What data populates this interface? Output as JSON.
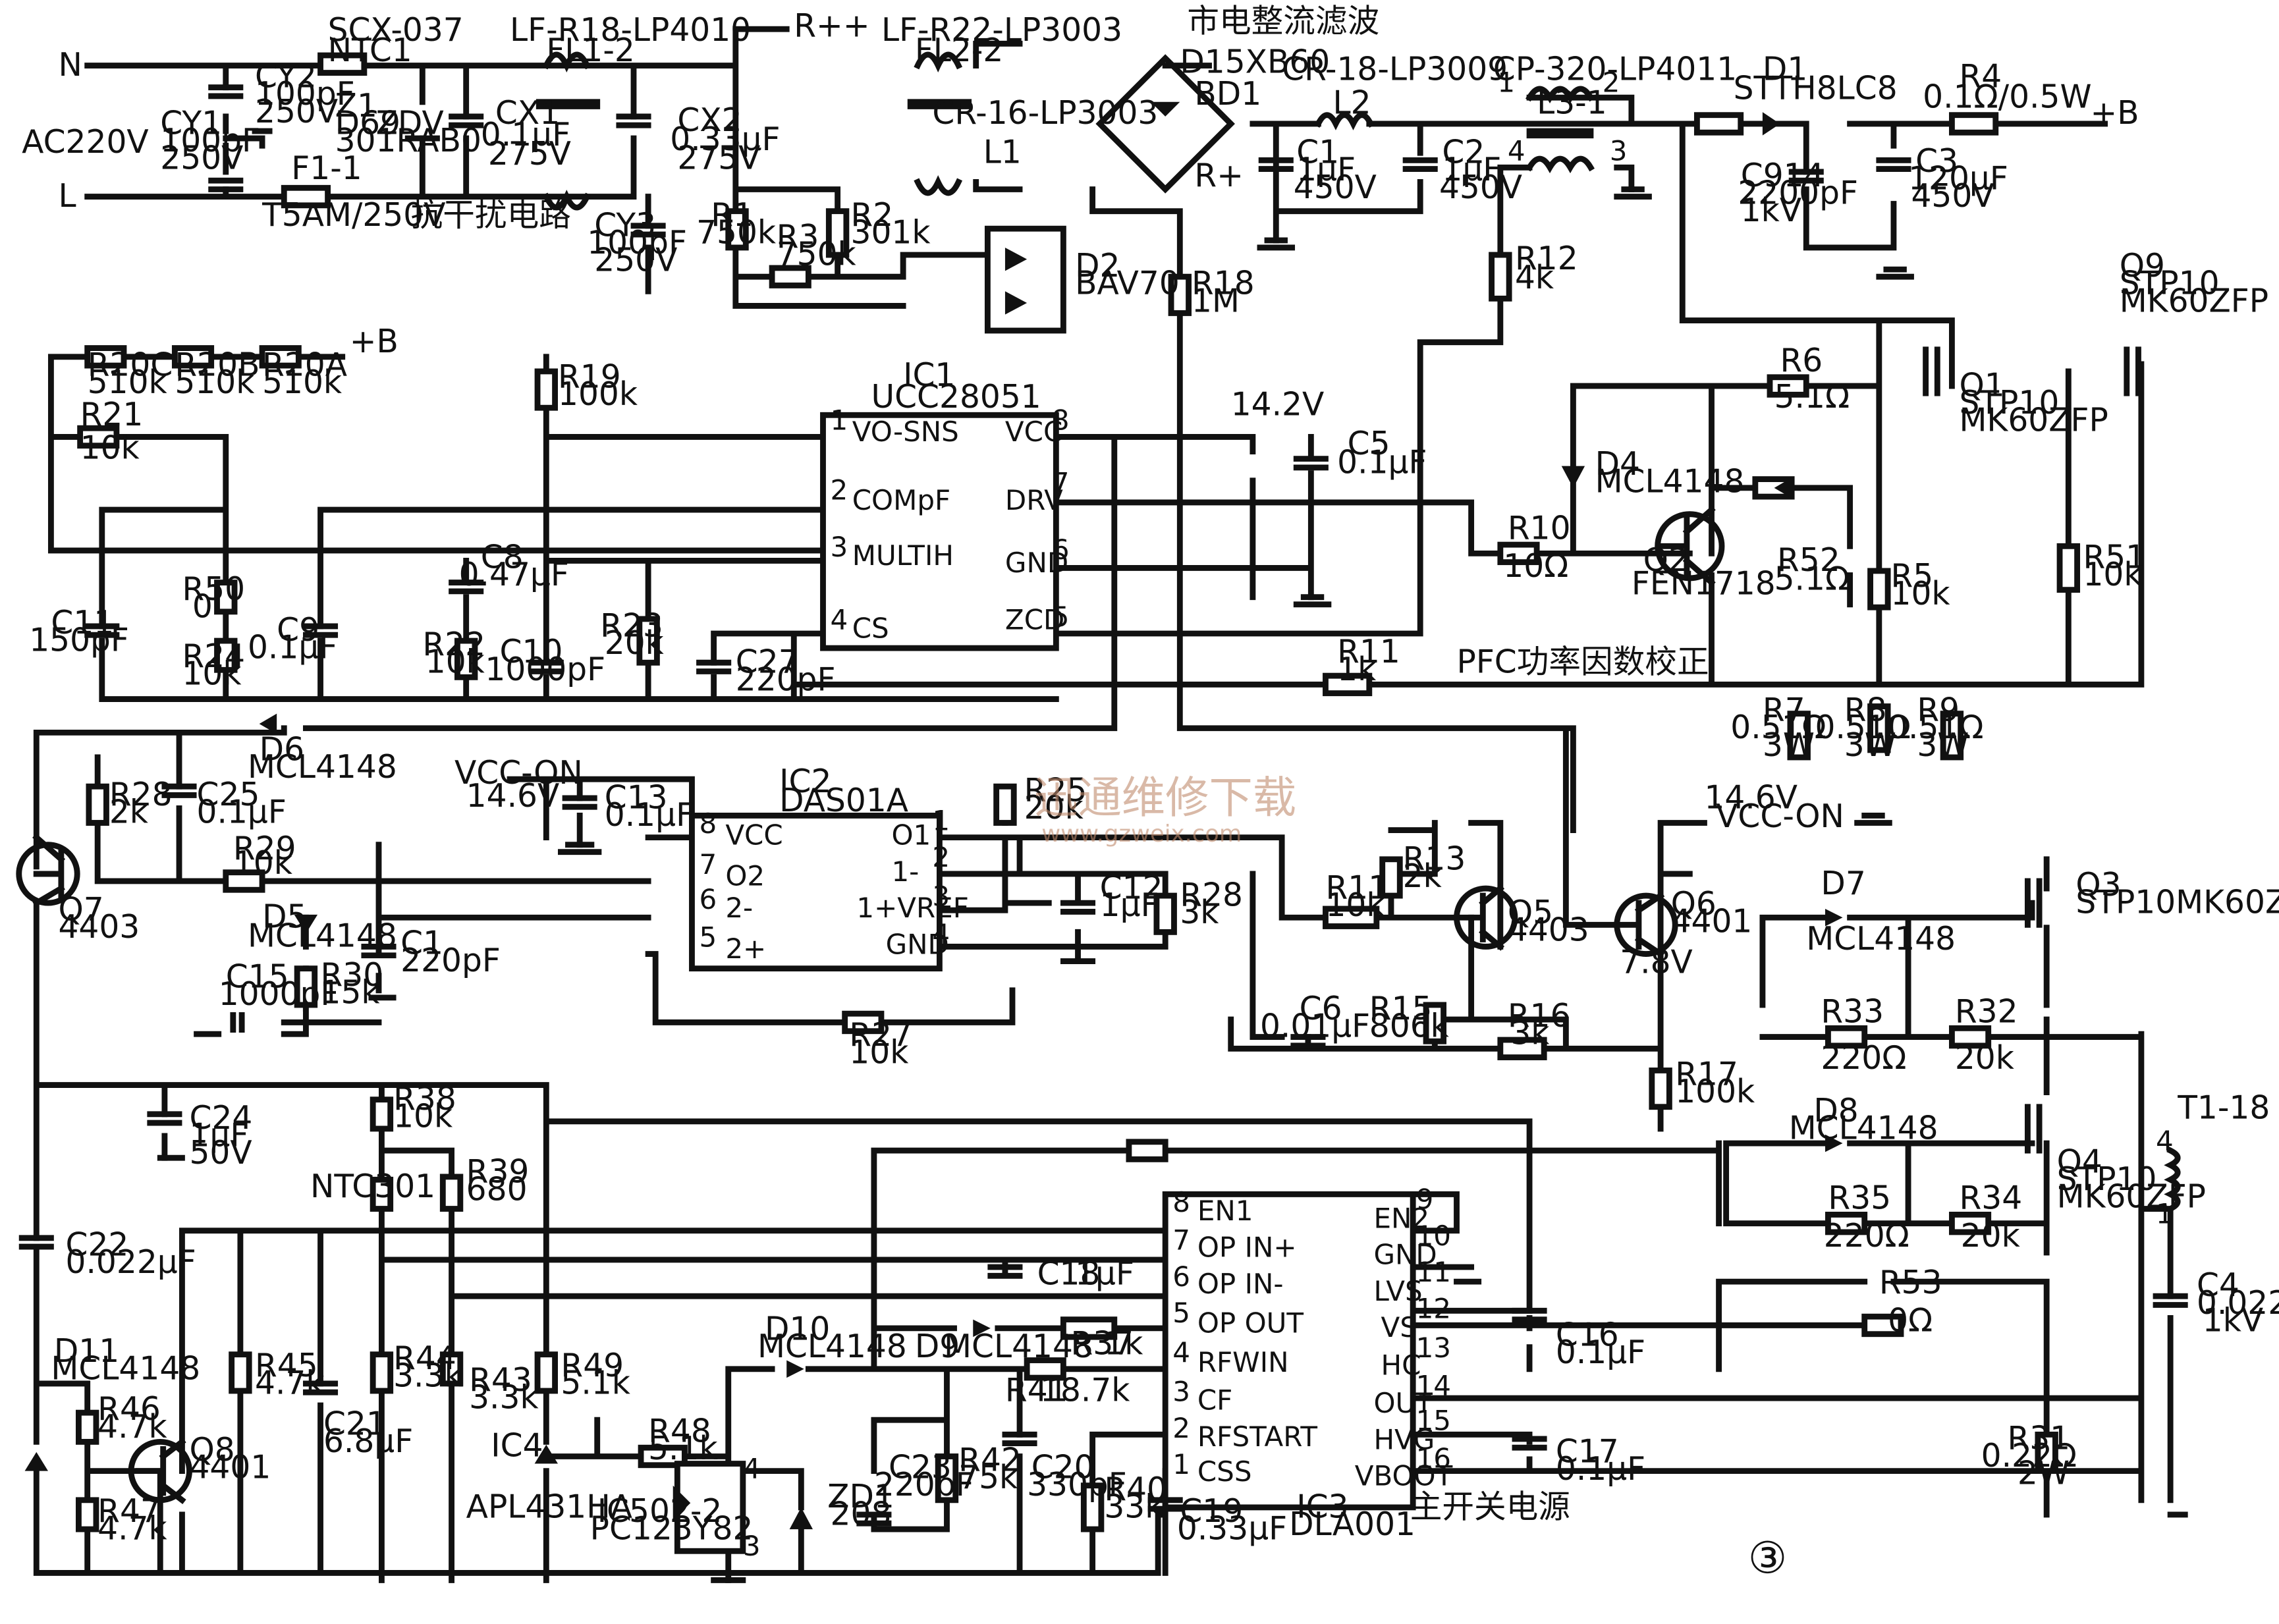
{
  "mains": {
    "n": "N",
    "l": "L",
    "ac": "AC220V"
  },
  "labels": [
    "SCX-037",
    "NTC1",
    "LF-R18-LP4010",
    "FL1-2",
    "LF-R22-LP3003",
    "FL2-2",
    "CR-16-LP3003",
    "L1",
    "市电整流滤波",
    "D15XB60",
    "BD1",
    "CR-18-LP3009",
    "L2",
    "CP-320-LP4011",
    "L3-1",
    "D1",
    "STTH8LC8",
    "R4",
    "0.1Ω/0.5W",
    "+B",
    "CY2",
    "100pF",
    "250V",
    "Z1",
    "D69",
    "301RAB0",
    "ZDV",
    "CX1",
    "0.1μF",
    "275V",
    "CX2",
    "0.33μF",
    "275V",
    "CY1",
    "100pF",
    "250V",
    "F1-1",
    "T5AM/250V",
    "抗干扰电路",
    "CY3",
    "100pF",
    "250V",
    "R++",
    "R+",
    "R1",
    "750k",
    "R2",
    "301k",
    "R3",
    "750k",
    "D2",
    "BAV70",
    "R18",
    "1M",
    "C1",
    "1μF",
    "450V",
    "C2",
    "1μF",
    "450V",
    "C914",
    "2200pF",
    "1kV",
    "C3",
    "120μF",
    "450V",
    "R12",
    "4k",
    "Q9",
    "STP10",
    "MK60ZFP",
    "R20C",
    "510k",
    "R20B",
    "510k",
    "R20A",
    "510k",
    "+B",
    "R19",
    "100k",
    "IC1",
    "UCC28051",
    "14.2V",
    "C5",
    "0.1μF",
    "R21",
    "10k",
    "R50",
    "0",
    "R24",
    "10k",
    "C11",
    "150pF",
    "C9",
    "0.1μF",
    "C8",
    "0.47μF",
    "R22",
    "10k",
    "C10",
    "1000pF",
    "R23",
    "20k",
    "C27",
    "220pF",
    "R6",
    "5.1Ω",
    "Q1",
    "STP10",
    "MK60ZFP",
    "D4",
    "MCL4148",
    "R10",
    "10Ω",
    "Q2",
    "FEN1718",
    "R52",
    "5.1Ω",
    "R5",
    "10k",
    "R51",
    "10k",
    "R11",
    "1k",
    "PFC功率因数校正",
    "R7",
    "0.51Ω",
    "3W",
    "R8",
    "0.51Ω",
    "3W",
    "R9",
    "0.51Ω",
    "3W",
    "R28",
    "2k",
    "C25",
    "0.1μF",
    "D6",
    "MCL4148",
    "VCC-ON",
    "14.6V",
    "C13",
    "0.1μF",
    "IC2",
    "DAS01A",
    "R25",
    "20k",
    "14.6V",
    "VCC-ON",
    "Q7",
    "4403",
    "R29",
    "10k",
    "D5",
    "MCL4148",
    "C1",
    "220pF",
    "C15",
    "1000pF",
    "R30",
    "15k",
    "C12",
    "1μF",
    "R28",
    "3k",
    "R11",
    "10k",
    "R13",
    "2k",
    "Q5",
    "4403",
    "Q6",
    "4401",
    "7.8V",
    "R27",
    "10k",
    "C6",
    "0.01μF",
    "R15",
    "806k",
    "R16",
    "3k",
    "R17",
    "100k",
    "D7",
    "MCL4148",
    "Q3",
    "STP10MK60ZFP",
    "R33",
    "220Ω",
    "R32",
    "20k",
    "C24",
    "1μF",
    "50V",
    "R38",
    "10k",
    "NTC301",
    "R39",
    "680",
    "T1-18",
    "D8",
    "MCL4148",
    "Q4",
    "STP10",
    "MK60ZFP",
    "C18",
    "1μF",
    "R35",
    "220Ω",
    "R34",
    "20k",
    "C22",
    "0.022μF",
    "D11",
    "MCL4148",
    "R46",
    "4.7k",
    "R47",
    "4.7k",
    "Q8",
    "4401",
    "R45",
    "4.7k",
    "C21",
    "6.8μF",
    "R44",
    "3.3k",
    "R43",
    "3.3k",
    "R49",
    "5.1k",
    "IC4",
    "APL431HA",
    "R48",
    "5.1k",
    "IC502-2",
    "PC123Y82",
    "D10",
    "MCL4148",
    "D9",
    "MCL4148",
    "R37",
    "1k",
    "R41",
    "18.7k",
    "C23",
    "220pF",
    "R42",
    "75k",
    "C20",
    "330pF",
    "ZD1",
    "208",
    "R40",
    "33k",
    "C19",
    "0.33μF",
    "IC3",
    "DLA001",
    "主开关电源",
    "C16",
    "0.1μF",
    "R53",
    "0Ω",
    "C17",
    "0.1μF",
    "C4",
    "0.022μF",
    "1kV",
    "R31",
    "0.22Ω",
    "2W",
    "③"
  ],
  "pins": {
    "ic1": [
      "VO-SNS",
      "COMpF",
      "MULTIH",
      "CS",
      "VCC",
      "DRV",
      "GND",
      "ZCD"
    ],
    "ic1_num": [
      "1",
      "2",
      "3",
      "4",
      "8",
      "7",
      "6",
      "5"
    ],
    "ic2": [
      "VCC",
      "O2",
      "2-",
      "2+",
      "O1",
      "1-",
      "1+VREF",
      "GND"
    ],
    "ic2_num": [
      "8",
      "7",
      "6",
      "5",
      "1",
      "2",
      "3",
      "4"
    ],
    "ic3": [
      "EN1",
      "OP IN+",
      "OP IN-",
      "OP OUT",
      "RFWIN",
      "CF",
      "RFSTART",
      "CSS",
      "EN2",
      "GND",
      "LVS",
      "VS",
      "HC",
      "OUT",
      "HVG",
      "VBOOT"
    ],
    "ic3_num": [
      "8",
      "7",
      "6",
      "5",
      "4",
      "3",
      "2",
      "1",
      "9",
      "10",
      "11",
      "12",
      "13",
      "14",
      "15",
      "16"
    ],
    "misc": [
      "1",
      "2",
      "3",
      "4",
      "4",
      "1",
      "4",
      "3"
    ]
  },
  "watermark": {
    "line1": "迅通维修下载",
    "line2": "www.gzweix.com"
  }
}
